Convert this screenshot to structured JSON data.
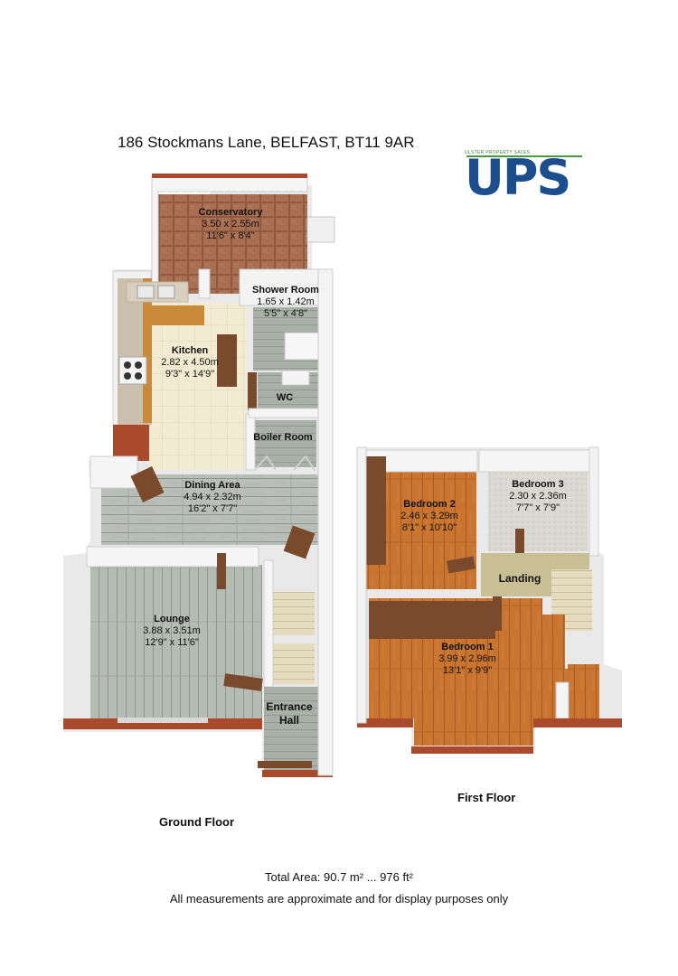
{
  "title": "186 Stockmans Lane, BELFAST, BT11 9AR",
  "logo": {
    "tagline": "ULSTER PROPERTY SALES",
    "text": "UPS"
  },
  "colors": {
    "wall": "#f2f2f2",
    "wall_top": "#ffffff",
    "wall_outer": "#a94a2d",
    "terracotta": "#a86f52",
    "wood_grey": "#b9bfb8",
    "wood_orange": "#c8722f",
    "carpet": "#d8d8d0",
    "stair": "#e2d9bd",
    "kitchen_tile": "#f3ead2",
    "door": "#7a4a2c",
    "logo_blue": "#1c4d8c",
    "logo_green": "#4a9a3d"
  },
  "ground_floor": {
    "label": "Ground Floor",
    "rooms": {
      "conservatory": {
        "name": "Conservatory",
        "metric": "3.50 x 2.55m",
        "imperial": "11'6\" x 8'4\""
      },
      "shower_room": {
        "name": "Shower Room",
        "metric": "1.65 x 1.42m",
        "imperial": "5'5\" x 4'8\""
      },
      "kitchen": {
        "name": "Kitchen",
        "metric": "2.82 x 4.50m",
        "imperial": "9'3\" x 14'9\""
      },
      "wc": {
        "name": "WC"
      },
      "boiler_room": {
        "name": "Boiler Room"
      },
      "dining_area": {
        "name": "Dining Area",
        "metric": "4.94 x 2.32m",
        "imperial": "16'2\" x 7'7\""
      },
      "lounge": {
        "name": "Lounge",
        "metric": "3.88 x 3.51m",
        "imperial": "12'9\" x 11'6\""
      },
      "entrance_hall": {
        "name_line1": "Entrance",
        "name_line2": "Hall"
      }
    }
  },
  "first_floor": {
    "label": "First Floor",
    "rooms": {
      "bedroom_2": {
        "name": "Bedroom 2",
        "metric": "2.46 x 3.29m",
        "imperial": "8'1\" x 10'10\""
      },
      "bedroom_3": {
        "name": "Bedroom 3",
        "metric": "2.30 x 2.36m",
        "imperial": "7'7\" x 7'9\""
      },
      "landing": {
        "name": "Landing"
      },
      "bedroom_1": {
        "name": "Bedroom 1",
        "metric": "3.99 x 2.96m",
        "imperial": "13'1\" x 9'9\""
      }
    }
  },
  "footer": {
    "total_area": "Total Area: 90.7 m² ... 976 ft²",
    "disclaimer": "All measurements are approximate and for display purposes only"
  }
}
